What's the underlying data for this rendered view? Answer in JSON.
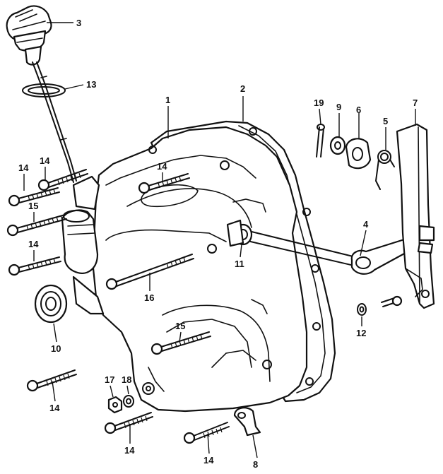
{
  "diagram": {
    "callouts": [
      {
        "id": "c-3",
        "label": "3"
      },
      {
        "id": "c-13",
        "label": "13"
      },
      {
        "id": "c-1",
        "label": "1"
      },
      {
        "id": "c-2",
        "label": "2"
      },
      {
        "id": "c-19",
        "label": "19"
      },
      {
        "id": "c-9",
        "label": "9"
      },
      {
        "id": "c-6",
        "label": "6"
      },
      {
        "id": "c-5",
        "label": "5"
      },
      {
        "id": "c-7",
        "label": "7"
      },
      {
        "id": "c-14a",
        "label": "14"
      },
      {
        "id": "c-14b",
        "label": "14"
      },
      {
        "id": "c-14c",
        "label": "14"
      },
      {
        "id": "c-15a",
        "label": "15"
      },
      {
        "id": "c-14d",
        "label": "14"
      },
      {
        "id": "c-4",
        "label": "4"
      },
      {
        "id": "c-11",
        "label": "11"
      },
      {
        "id": "c-16",
        "label": "16"
      },
      {
        "id": "c-12",
        "label": "12"
      },
      {
        "id": "c-10",
        "label": "10"
      },
      {
        "id": "c-15b",
        "label": "15"
      },
      {
        "id": "c-17",
        "label": "17"
      },
      {
        "id": "c-18",
        "label": "18"
      },
      {
        "id": "c-14e",
        "label": "14"
      },
      {
        "id": "c-14f",
        "label": "14"
      },
      {
        "id": "c-14g",
        "label": "14"
      },
      {
        "id": "c-8",
        "label": "8"
      }
    ]
  }
}
